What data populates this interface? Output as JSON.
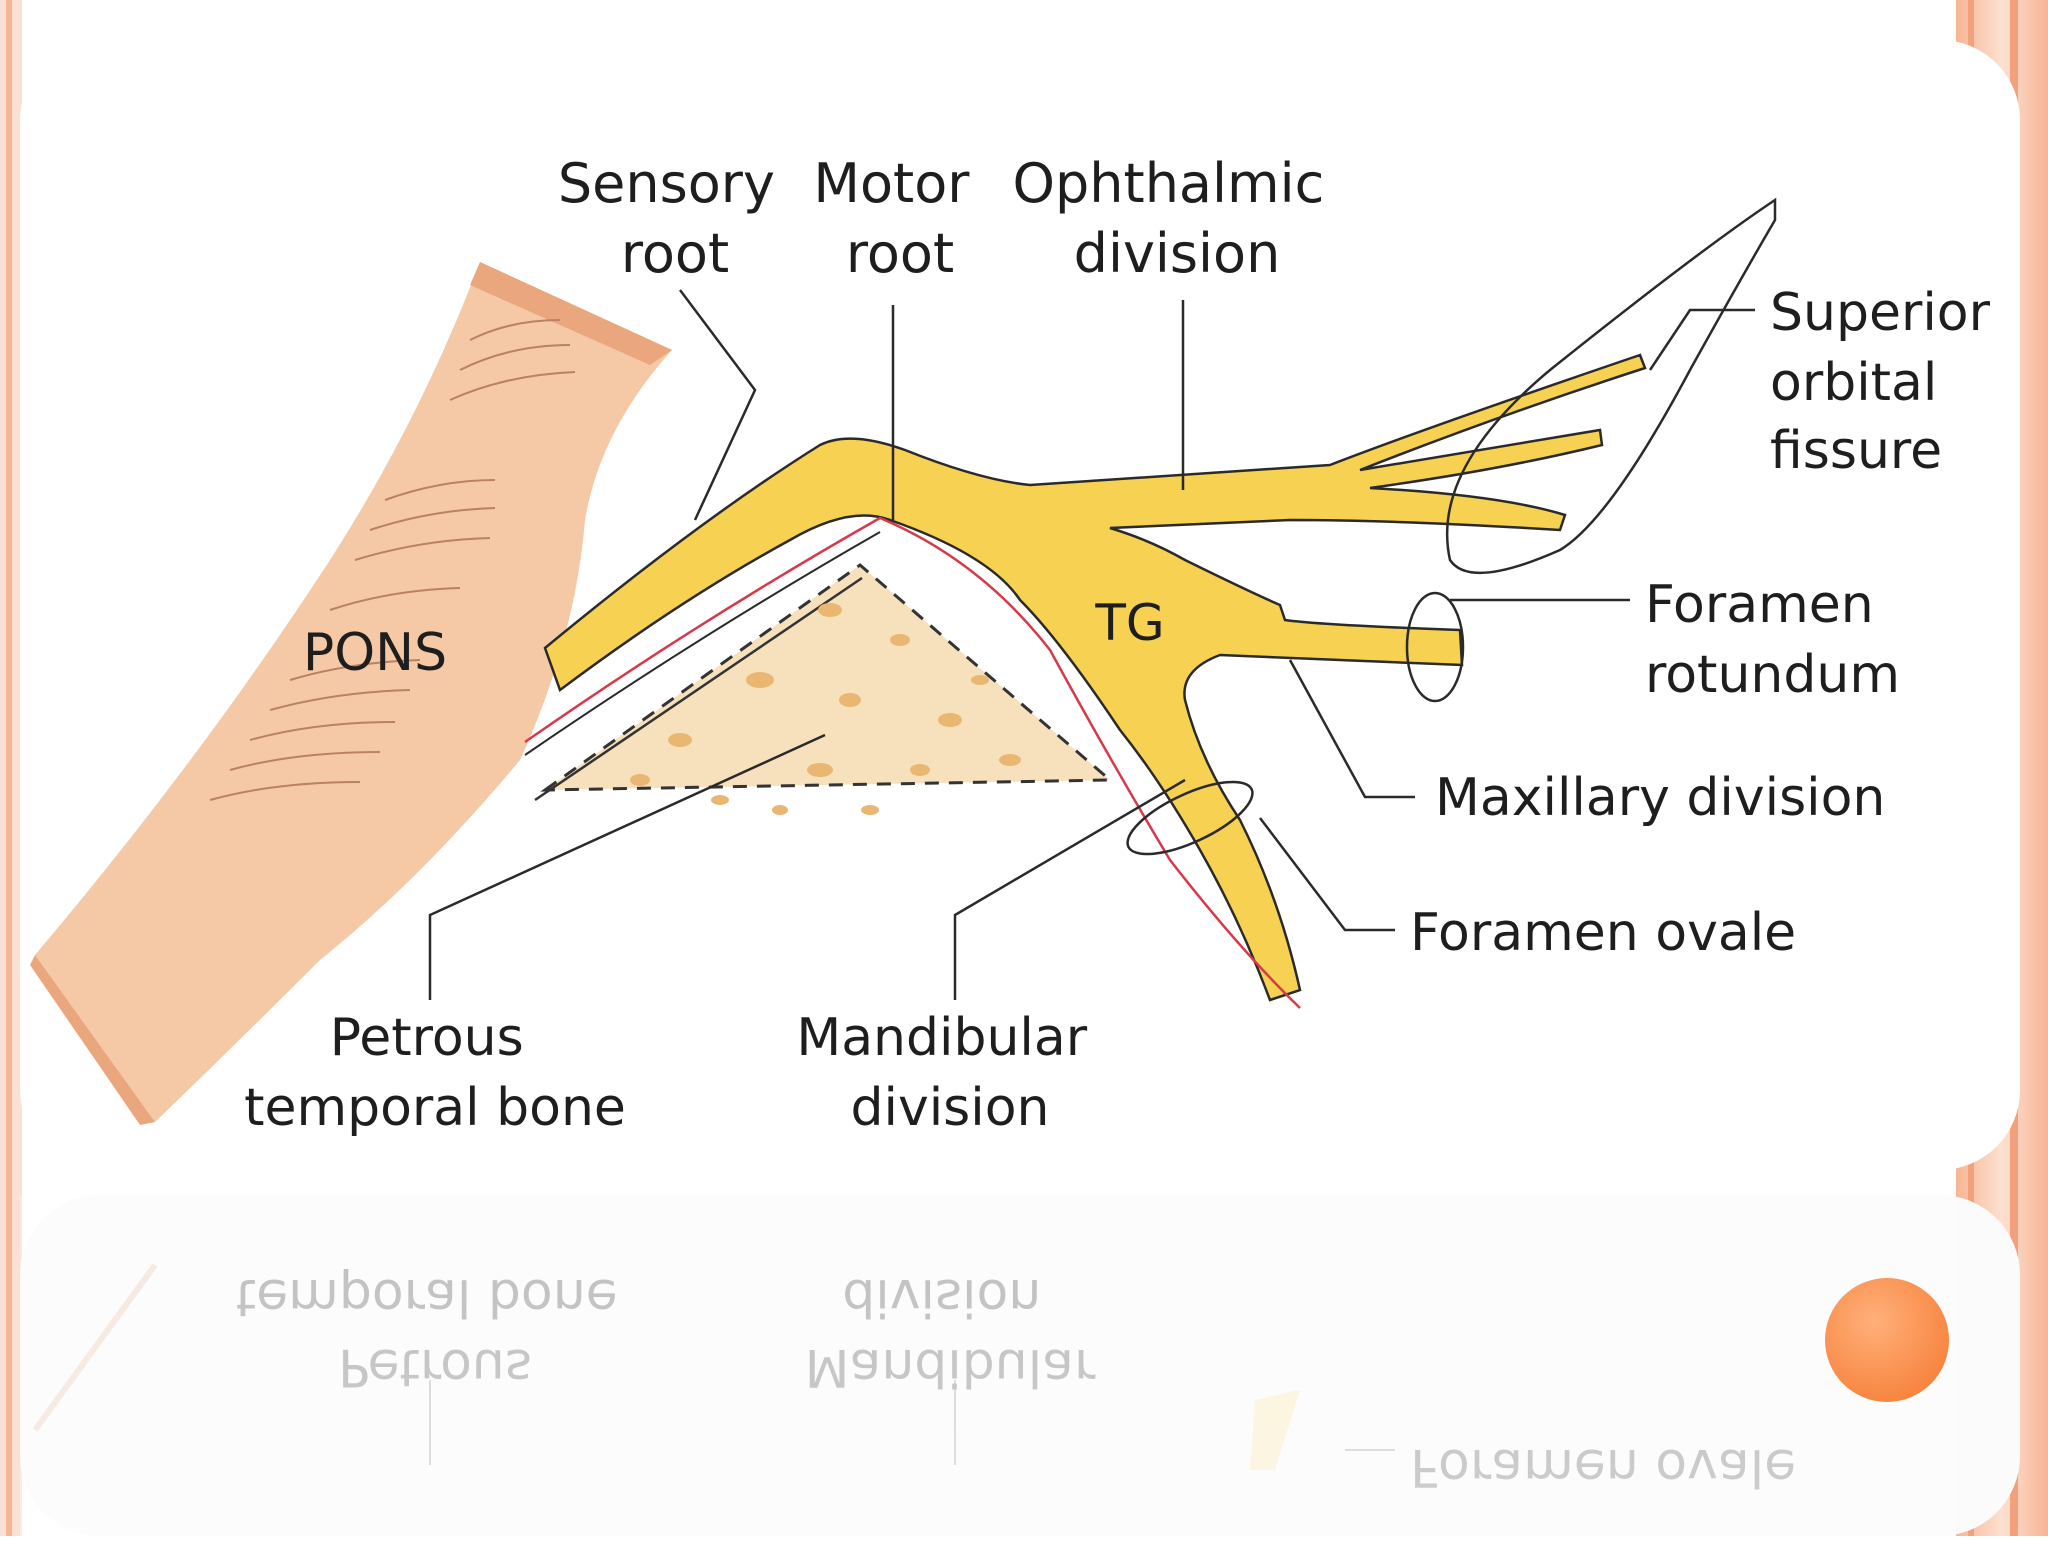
{
  "labels": {
    "sensory_root": [
      "Sensory",
      "root"
    ],
    "motor_root": [
      "Motor",
      "root"
    ],
    "ophthalmic_division": [
      "Ophthalmic",
      "division"
    ],
    "superior_orbital_fissure": [
      "Superior",
      "orbital",
      "fissure"
    ],
    "foramen_rotundum": [
      "Foramen",
      "rotundum"
    ],
    "maxillary_division": "Maxillary division",
    "foramen_ovale": "Foramen ovale",
    "mandibular_division": [
      "Mandibular",
      "division"
    ],
    "petrous_temporal_bone": [
      "Petrous",
      "temporal bone"
    ],
    "pons": "PONS",
    "tg": "TG"
  },
  "reflection": {
    "petrous_temporal_bone": [
      "temporal bone",
      "Petrous"
    ],
    "mandibular_division": [
      "division",
      "Mandibular"
    ],
    "foramen_ovale": "Foramen ovale"
  },
  "colors": {
    "nerve": "#f6d152",
    "pons": "#f5c8a6",
    "pons_dark": "#eaa67d",
    "motor_root_line": "#d63a4a",
    "bone": "#f3d7a6",
    "slide_border": "#f4a27d",
    "accent_circle": "#fb8f4a"
  }
}
